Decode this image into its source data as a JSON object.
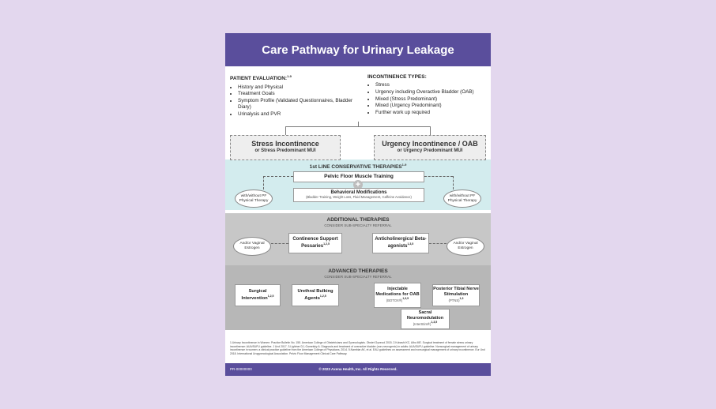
{
  "header": {
    "title": "Care Pathway for Urinary Leakage"
  },
  "evaluation": {
    "title": "PATIENT EVALUATION:",
    "sup": "1-9",
    "items": [
      "History and Physical",
      "Treatment Goals",
      "Symptom Profile (Validated Questionnaires, Bladder Diary)",
      "Urinalysis and PVR"
    ]
  },
  "types": {
    "title": "INCONTINENCE TYPES:",
    "items": [
      "Stress",
      "Urgency including Overactive Bladder (OAB)",
      "Mixed (Stress Predominant)",
      "Mixed (Urgency Predominant)",
      "Further work up required"
    ]
  },
  "stress": {
    "title": "Stress Incontinence",
    "subtitle": "or Stress Predominant MUI"
  },
  "urgency": {
    "title": "Urgency Incontinence / OAB",
    "subtitle": "or Urgency Predominant MUI"
  },
  "first_line": {
    "title": "1st LINE CONSERVATIVE THERAPIES",
    "sup": "1-9",
    "pfmt": "Pelvic Floor Muscle Training",
    "behavioral_title": "Behavioral Modifications",
    "behavioral_detail": "(Bladder Training, Weight Loss, Fluid Management, Caffeine Avoidance)",
    "oval_left": "with/without PF Physical Therapy",
    "oval_right": "with/without PF Physical Therapy"
  },
  "additional": {
    "title": "ADDITIONAL THERAPIES",
    "subtitle": "CONSIDER SUB-SPECIALTY REFERRAL",
    "pessaries": "Continence Support Pessaries",
    "pessaries_sup": "1,2,5",
    "anticholinergics": "Anticholinergics/ Beta-agonists",
    "anticholinergics_sup": "1,3,5",
    "oval_left": "And/or Vaginal Estrogen",
    "oval_right": "And/or Vaginal Estrogen"
  },
  "advanced": {
    "title": "ADVANCED THERAPIES",
    "subtitle": "CONSIDER SUB-SPECIALTY REFERRAL",
    "surgical": "Surgical Intervention",
    "surgical_sup": "1,2,5",
    "bulking": "Urethral Bulking Agents",
    "bulking_sup": "1,2,5",
    "injectable": "Injectable Medications for OAB",
    "injectable_detail": "(BOTOX®)",
    "injectable_sup": "1,3,5",
    "ptns": "Posterior Tibial Nerve Stimulation",
    "ptns_detail": "(PTNS)",
    "ptns_sup": "1,3",
    "sacral": "Sacral Neuromodulation",
    "sacral_detail": "(InterStim®)",
    "sacral_sup": "1,3,5"
  },
  "references": "1.Urinary Incontinence in Women: Practice Bulletin No. 155. American College of Obstetricians and Gynecologists. Obstet Gynecol 2015. 2.Kobashi KC, Albo ME. Surgical treatment of female stress urinary incontinence: AUA/SUFU guideline. J Urol 2017. 3.Lightner DJ, Gomelsky A. Diagnosis and treatment of overactive bladder (non-neurogenic) in adults: AUA/SUFU guideline. Nonsurgical management of urinary incontinence in women: a clinical practice guideline from the American College of Physicians. 2014. 5.Nambiar AK, et al. EAU guidelines on assessment and nonsurgical management of urinary incontinence. Eur Urol 2018. International Urogynecological Association. Pelvic Floor Management Clinical Care Pathway.",
  "footer": {
    "code": "PR-00000000",
    "copyright": "© 2023 Axena Health, Inc. All Rights Reserved."
  },
  "colors": {
    "header": "#5a4e9c",
    "teal_band": "#d3ecee",
    "gray_band": "#c7c7c7",
    "background": "#e3d7ee"
  }
}
